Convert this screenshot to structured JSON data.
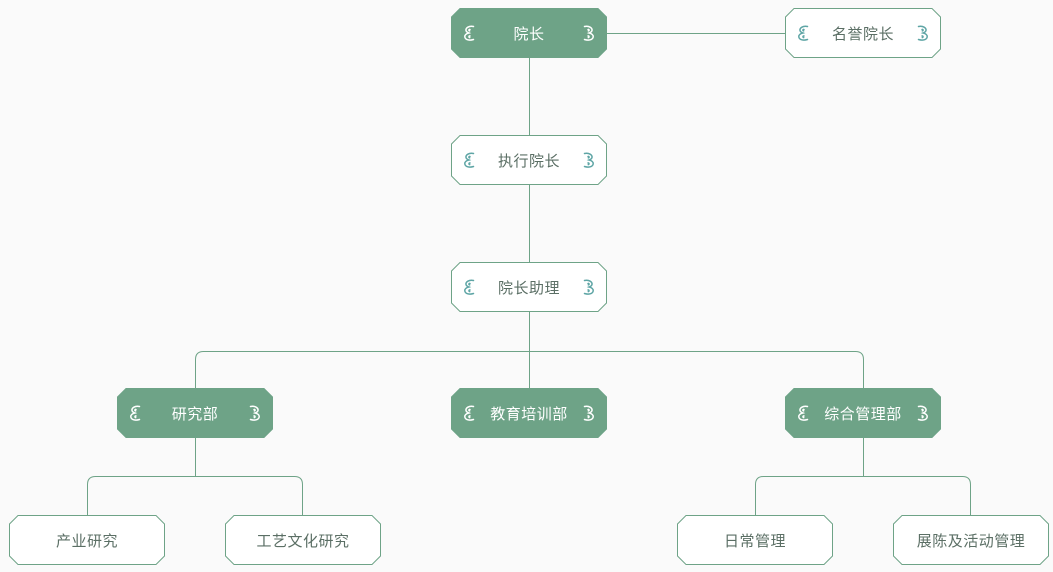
{
  "colors": {
    "accent": "#6ea387",
    "line": "#6ea387",
    "ornament_on_outline": "#5ea5a5",
    "background": "#fafafa"
  },
  "nodes": {
    "president": {
      "label": "院长",
      "style": "filled",
      "icons": "ornament-scroll-icon"
    },
    "honorary_president": {
      "label": "名誉院长",
      "style": "outline",
      "icons": "ornament-scroll-icon"
    },
    "executive_president": {
      "label": "执行院长",
      "style": "outline",
      "icons": "ornament-scroll-icon"
    },
    "assistant_president": {
      "label": "院长助理",
      "style": "outline",
      "icons": "ornament-scroll-icon"
    },
    "research_dept": {
      "label": "研究部",
      "style": "filled",
      "icons": "ornament-scroll-icon"
    },
    "education_training_dept": {
      "label": "教育培训部",
      "style": "filled",
      "icons": "ornament-scroll-icon"
    },
    "general_management_dept": {
      "label": "综合管理部",
      "style": "filled",
      "icons": "ornament-scroll-icon"
    },
    "industry_research": {
      "label": "产业研究",
      "style": "outline"
    },
    "craft_culture_research": {
      "label": "工艺文化研究",
      "style": "outline"
    },
    "daily_management": {
      "label": "日常管理",
      "style": "outline"
    },
    "exhibition_event_management": {
      "label": "展陈及活动管理",
      "style": "outline"
    }
  },
  "edges": [
    [
      "president",
      "honorary_president"
    ],
    [
      "president",
      "executive_president"
    ],
    [
      "executive_president",
      "assistant_president"
    ],
    [
      "assistant_president",
      "research_dept"
    ],
    [
      "assistant_president",
      "education_training_dept"
    ],
    [
      "assistant_president",
      "general_management_dept"
    ],
    [
      "research_dept",
      "industry_research"
    ],
    [
      "research_dept",
      "craft_culture_research"
    ],
    [
      "general_management_dept",
      "daily_management"
    ],
    [
      "general_management_dept",
      "exhibition_event_management"
    ]
  ]
}
